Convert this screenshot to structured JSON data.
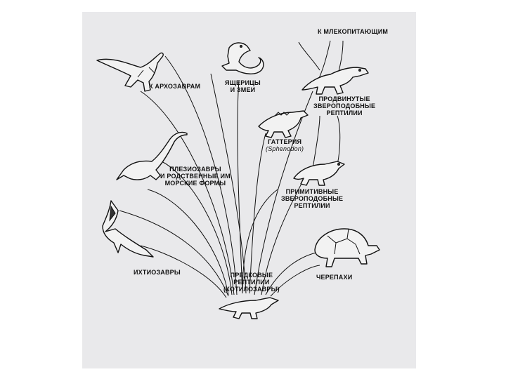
{
  "labels": {
    "mammals": "К МЛЕКОПИТАЮЩИМ",
    "archosaurs": "К АРХОЗАВРАМ",
    "lizards_1": "ЯЩЕРИЦЫ",
    "lizards_2": "И ЗМЕИ",
    "advanced_1": "ПРОДВИНУТЫЕ",
    "advanced_2": "ЗВЕРОПОДОБНЫЕ",
    "advanced_3": "РЕПТИЛИИ",
    "tuatara_1": "ГАТТЕРИЯ",
    "tuatara_2": "(Sphenodon)",
    "plesio_1": "ПЛЕЗИОЗАВРЫ",
    "plesio_2": "И РОДСТВЕННЫЕ ИМ",
    "plesio_3": "МОРСКИЕ ФОРМЫ",
    "primitive_1": "ПРИМИТИВНЫЕ",
    "primitive_2": "ЗВЕРОПОДОБНЫЕ",
    "primitive_3": "РЕПТИЛИИ",
    "ichthyo": "ИХТИОЗАВРЫ",
    "ancestral_1": "ПРЕДКОВЫЕ",
    "ancestral_2": "РЕПТИЛИИ",
    "ancestral_3": "(КОТИЛОЗАВРЫ)",
    "turtles": "ЧЕРЕПАХИ"
  },
  "colors": {
    "panel": "#e9e9eb",
    "ink": "#111111"
  }
}
